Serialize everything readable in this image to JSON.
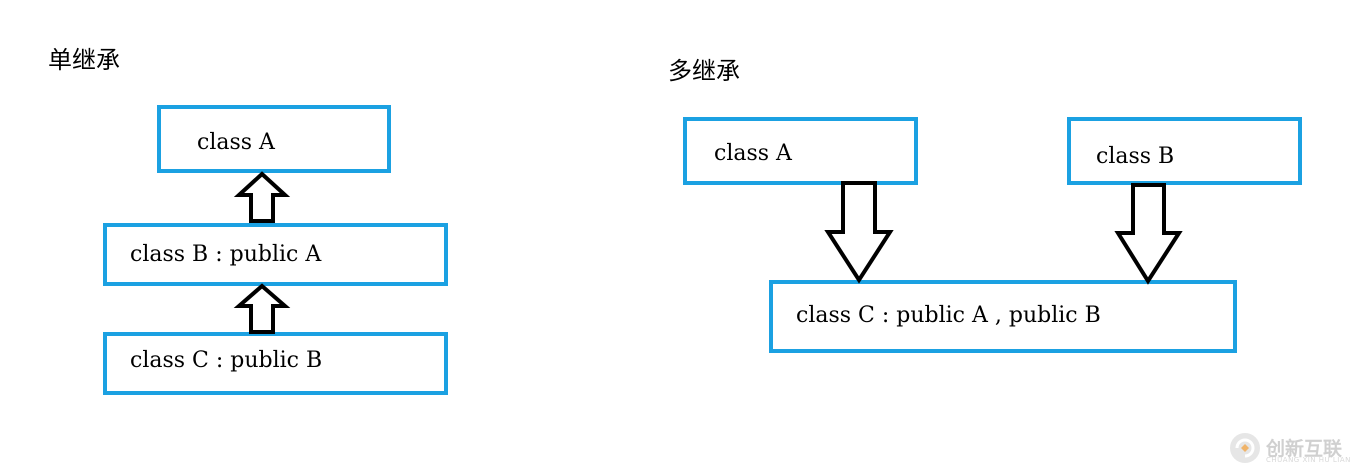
{
  "single": {
    "title": "单继承",
    "class_a": "class A",
    "class_b": "class B : public A",
    "class_c": "class C : public B"
  },
  "multiple": {
    "title": "多继承",
    "class_a": "class A",
    "class_b": "class B",
    "class_c": "class C : public A , public B"
  },
  "watermark": {
    "text": "创新互联",
    "subtext": "CHUANG XIN HU LIAN"
  },
  "colors": {
    "box_border": "#1ba1e2",
    "arrow_stroke": "#000000"
  }
}
